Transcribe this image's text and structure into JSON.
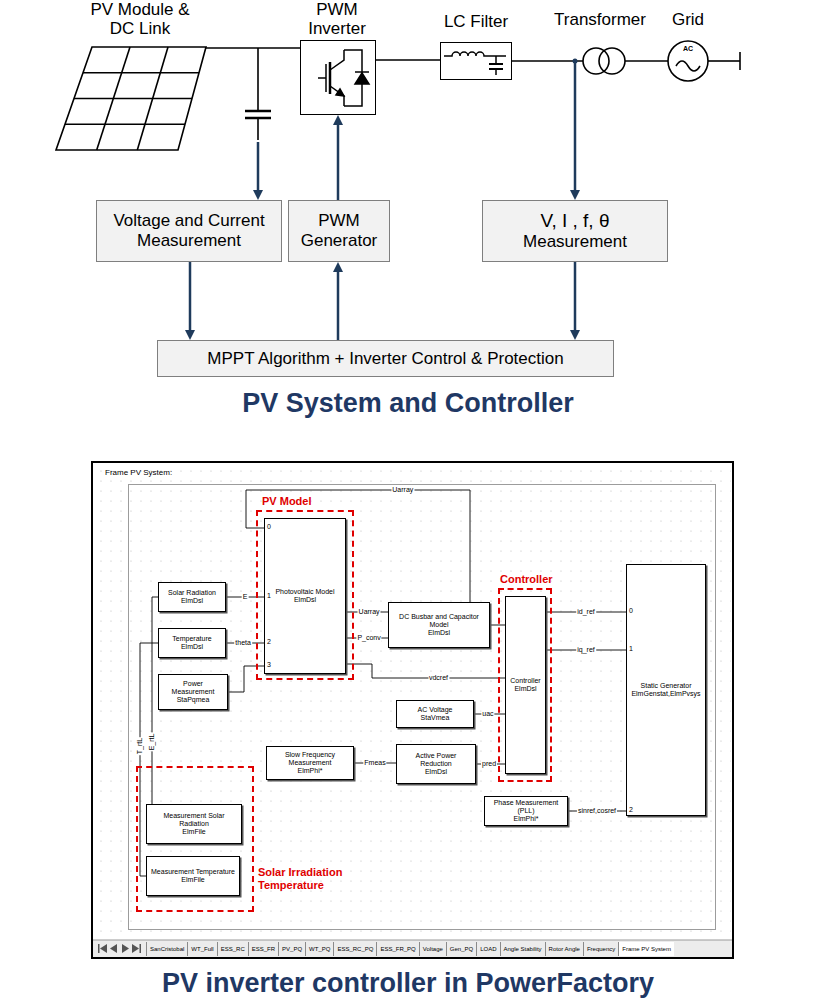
{
  "diagram": {
    "title": "PV System and Controller",
    "caption": "PV inverter controller in PowerFactory",
    "nodes": [
      {
        "text": [
          "PWM Inverter"
        ]
      },
      {
        "text": [
          "LC Filter"
        ]
      },
      {
        "text": [
          "Voltage and Current Measurement"
        ]
      },
      {
        "text": [
          "PWM Generator"
        ]
      },
      {
        "text": [
          "V, I , f, θ",
          "Measurement"
        ]
      },
      {
        "text": [
          "MPPT Algorithm + Inverter Control & Protection"
        ]
      },
      {
        "text": [
          "Frame PV System:"
        ]
      },
      {
        "text": [
          "PV Model"
        ],
        "in": 6
      },
      {
        "text": [
          "Photovoltaic Model",
          "ElmDsl"
        ],
        "in": 7
      },
      {
        "text": [
          "Solar Radiation",
          "ElmDsl"
        ],
        "in": 6
      },
      {
        "text": [
          "Temperature",
          "ElmDsl"
        ],
        "in": 6
      },
      {
        "text": [
          "Power Measurement",
          "StaPqmea"
        ],
        "in": 6
      },
      {
        "text": [
          "DC Busbar and Capacitor Model",
          "ElmDsl"
        ],
        "in": 6
      },
      {
        "text": [
          "Controller"
        ],
        "in": 6
      },
      {
        "text": [
          "Controller",
          "ElmDsl"
        ],
        "in": 13
      },
      {
        "text": [
          "AC Voltage",
          "StaVmea"
        ],
        "in": 6
      },
      {
        "text": [
          "Slow Frequency Measurement",
          "ElmPhi*"
        ],
        "in": 6
      },
      {
        "text": [
          "Active Power Reduction",
          "ElmDsl"
        ],
        "in": 6
      },
      {
        "text": [
          "Static Generator",
          "ElmGenstat,ElmPvsys"
        ],
        "in": 6
      },
      {
        "text": [
          "Phase Measurement (PLL)",
          "ElmPhi*"
        ],
        "in": 6
      },
      {
        "text": [
          "Solar Irradiation Temperature"
        ],
        "in": 6
      },
      {
        "text": [
          "Measurement Solar Radiation",
          "ElmFile"
        ],
        "in": 20
      },
      {
        "text": [
          "Measurement Temperature",
          "ElmFile"
        ],
        "in": 20
      }
    ],
    "edges": [
      {
        "from": 3,
        "to": 0,
        "arrow": "to"
      },
      {
        "from": 0,
        "to": 1,
        "arrow": "none"
      },
      {
        "from": 2,
        "to": 5,
        "arrow": "to"
      },
      {
        "from": 5,
        "to": 3,
        "arrow": "to"
      },
      {
        "from": 4,
        "to": 5,
        "arrow": "to"
      },
      {
        "from": 12,
        "to": 8,
        "label": "Uarray",
        "arrow": "none"
      },
      {
        "from": 9,
        "to": 8,
        "label": "E",
        "arrow": "none"
      },
      {
        "from": 10,
        "to": 8,
        "label": "theta",
        "arrow": "none"
      },
      {
        "from": 11,
        "to": 8,
        "arrow": "none"
      },
      {
        "from": 8,
        "to": 12,
        "label": "Uarray",
        "arrow": "none"
      },
      {
        "from": 8,
        "to": 12,
        "label": "P_conv",
        "arrow": "none"
      },
      {
        "from": 12,
        "to": 14,
        "arrow": "none"
      },
      {
        "from": 8,
        "to": 14,
        "label": "vdcref",
        "arrow": "none"
      },
      {
        "from": 15,
        "to": 14,
        "label": "uac",
        "arrow": "none"
      },
      {
        "from": 17,
        "to": 14,
        "label": "pred",
        "arrow": "none"
      },
      {
        "from": 16,
        "to": 17,
        "label": "Fmeas",
        "arrow": "none"
      },
      {
        "from": 14,
        "to": 18,
        "label": "id_ref",
        "arrow": "none"
      },
      {
        "from": 14,
        "to": 18,
        "label": "iq_ref",
        "arrow": "none"
      },
      {
        "from": 19,
        "to": 18,
        "label": "sinref,cosref",
        "arrow": "none"
      },
      {
        "from": 21,
        "to": 9,
        "label": "E_rtL",
        "arrow": "none"
      },
      {
        "from": 22,
        "to": 10,
        "label": "T_rtL",
        "arrow": "none"
      }
    ],
    "labels": [
      "PV Module & DC Link",
      "Transformer",
      "Grid",
      "AC",
      "0",
      "1",
      "2",
      "3",
      "0",
      "1",
      "2",
      "SanCristobal",
      "WT_Full",
      "ESS_RC",
      "ESS_FR",
      "PV_PQ",
      "WT_PQ",
      "ESS_RC_PQ",
      "ESS_FR_PQ",
      "Voltage",
      "Gen_PQ",
      "LOAD",
      "Angle Stability",
      "Rotor Angle",
      "Frequency",
      "Frame PV System"
    ]
  }
}
